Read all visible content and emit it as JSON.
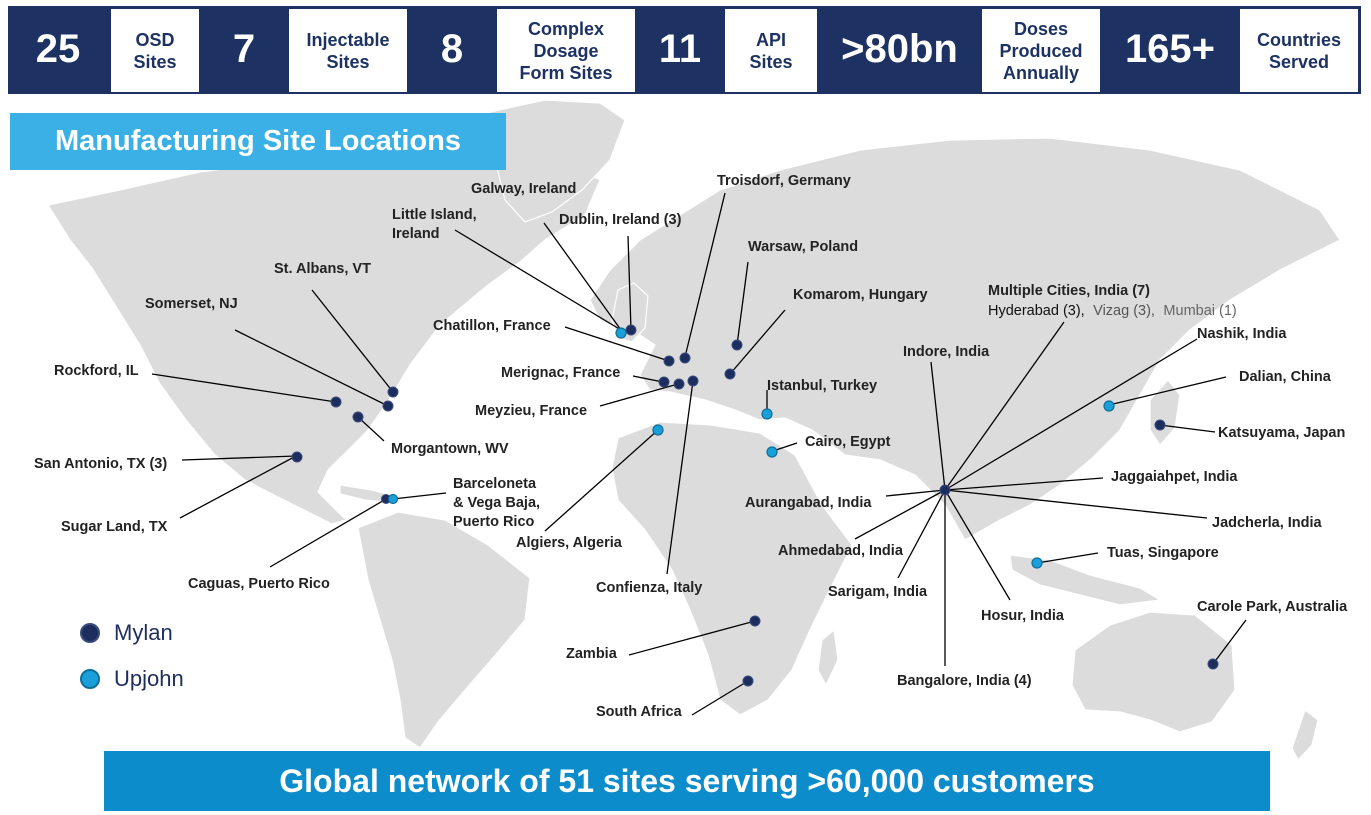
{
  "stats": [
    {
      "value": "25",
      "label": "OSD\nSites"
    },
    {
      "value": "7",
      "label": "Injectable\nSites"
    },
    {
      "value": "8",
      "label": "Complex\nDosage\nForm Sites"
    },
    {
      "value": "11",
      "label": "API\nSites"
    },
    {
      "value": ">80bn",
      "label": "Doses\nProduced\nAnnually"
    },
    {
      "value": "165+",
      "label": "Countries\nServed"
    }
  ],
  "title": "Manufacturing Site Locations",
  "legend": {
    "mylan": {
      "label": "Mylan",
      "color": "#1d2d5e"
    },
    "upjohn": {
      "label": "Upjohn",
      "color": "#1a9fd8"
    }
  },
  "sites": {
    "galway": "Galway, Ireland",
    "little_island_1": "Little Island,",
    "little_island_2": "Ireland",
    "dublin": "Dublin, Ireland (3)",
    "troisdorf": "Troisdorf, Germany",
    "warsaw": "Warsaw, Poland",
    "komarom": "Komarom, Hungary",
    "st_albans": "St. Albans, VT",
    "somerset": "Somerset, NJ",
    "chatillon": "Chatillon, France",
    "rockford": "Rockford, IL",
    "merignac": "Merignac, France",
    "meyzieu": "Meyzieu, France",
    "istanbul": "Istanbul, Turkey",
    "morgantown": "Morgantown, WV",
    "cairo": "Cairo, Egypt",
    "san_antonio": "San Antonio, TX (3)",
    "barceloneta_1": "Barceloneta",
    "barceloneta_2": "& Vega Baja,",
    "barceloneta_3": "Puerto Rico",
    "sugar_land": "Sugar Land, TX",
    "algiers": "Algiers, Algeria",
    "caguas": "Caguas, Puerto Rico",
    "confienza": "Confienza, Italy",
    "multiple_india": "Multiple Cities, India (7)",
    "hyderabad": "Hyderabad (3),",
    "vizag": "Vizag (3),",
    "mumbai": "Mumbai (1)",
    "nashik": "Nashik, India",
    "indore": "Indore, India",
    "dalian": "Dalian, China",
    "katsuyama": "Katsuyama, Japan",
    "jaggaiahpet": "Jaggaiahpet, India",
    "aurangabad": "Aurangabad, India",
    "jadcherla": "Jadcherla, India",
    "ahmedabad": "Ahmedabad, India",
    "tuas": "Tuas, Singapore",
    "sarigam": "Sarigam, India",
    "hosur": "Hosur, India",
    "carole_park": "Carole Park, Australia",
    "zambia": "Zambia",
    "bangalore": "Bangalore, India (4)",
    "south_africa": "South Africa"
  },
  "footer": "Global network of 51 sites serving >60,000 customers"
}
